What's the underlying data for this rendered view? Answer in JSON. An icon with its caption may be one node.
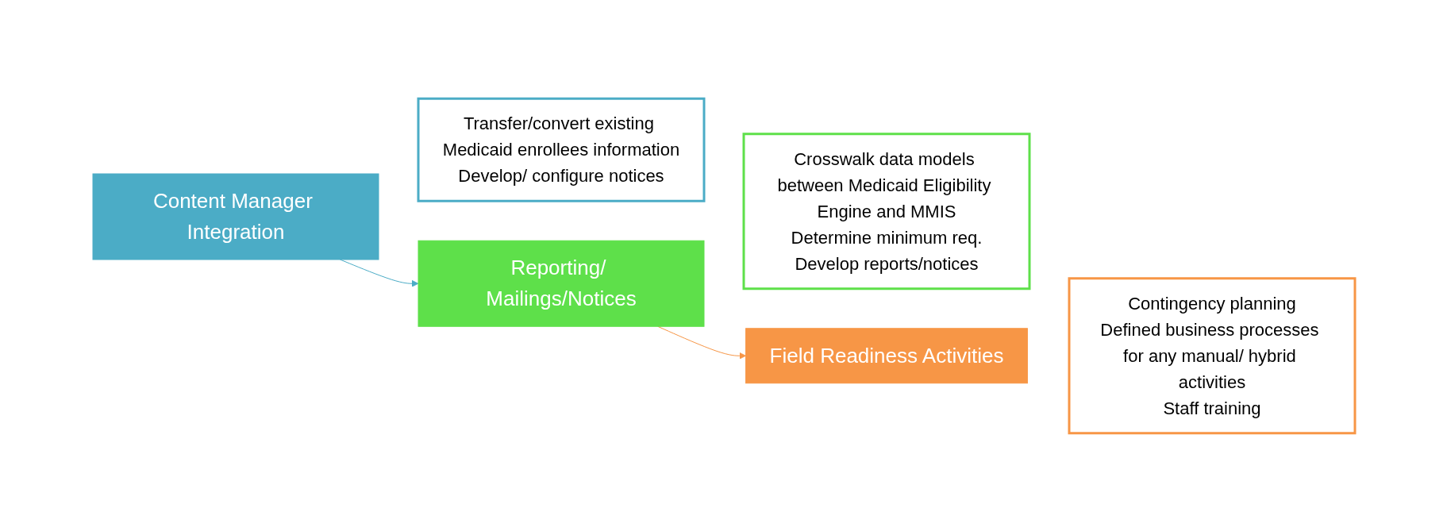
{
  "diagram": {
    "nodes": [
      {
        "text": [
          "Content Manager Integration"
        ]
      },
      {
        "text": [
          "Transfer/convert existing Medicaid enrollees information",
          "Develop/ configure notices"
        ]
      },
      {
        "text": [
          "Reporting/ Mailings/Notices"
        ]
      },
      {
        "text": [
          "Crosswalk data models between Medicaid Eligibility Engine and MMIS",
          "Determine minimum req.",
          "Develop reports/notices"
        ]
      },
      {
        "text": [
          "Field Readiness Activities"
        ]
      },
      {
        "text": [
          "Contingency planning",
          "Defined business processes for any manual/ hybrid activities",
          "Staff training"
        ]
      }
    ],
    "edges": [
      {
        "from": 0,
        "to": 2,
        "arrow": "to",
        "color": "#4bacc6"
      },
      {
        "from": 2,
        "to": 4,
        "arrow": "to",
        "color": "#f79646"
      }
    ]
  }
}
